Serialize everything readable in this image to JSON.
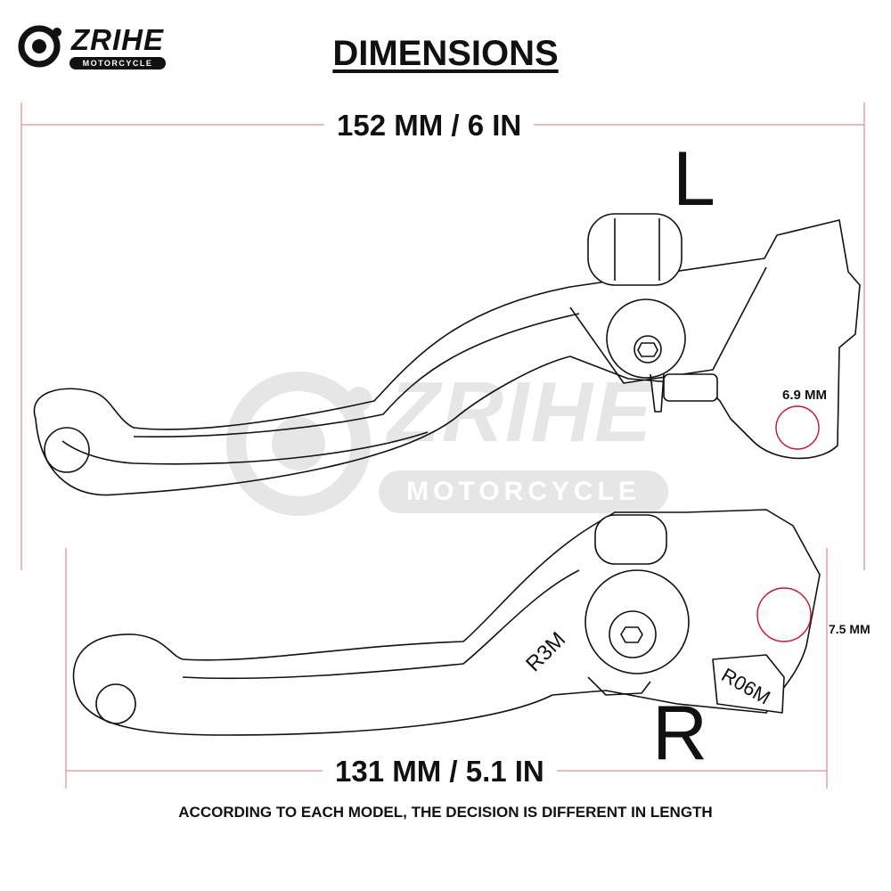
{
  "brand": {
    "name": "ZRIHE",
    "tagline": "MOTORCYCLE"
  },
  "title": "DIMENSIONS",
  "dimensions": {
    "top_length": "152 MM / 6 IN",
    "bottom_length": "131 MM / 5.1 IN",
    "left_hole": "6.9 MM",
    "right_hole": "7.5 MM"
  },
  "levers": {
    "left_label": "L",
    "right_label": "R",
    "right_mark_1": "R3M",
    "right_mark_2": "R06M"
  },
  "note": "ACCORDING TO EACH MODEL, THE DECISION IS DIFFERENT IN LENGTH",
  "colors": {
    "outline": "#111111",
    "dimension_line": "#e07070",
    "hole_highlight": "#c8102e",
    "watermark": "#e6e6e6"
  }
}
